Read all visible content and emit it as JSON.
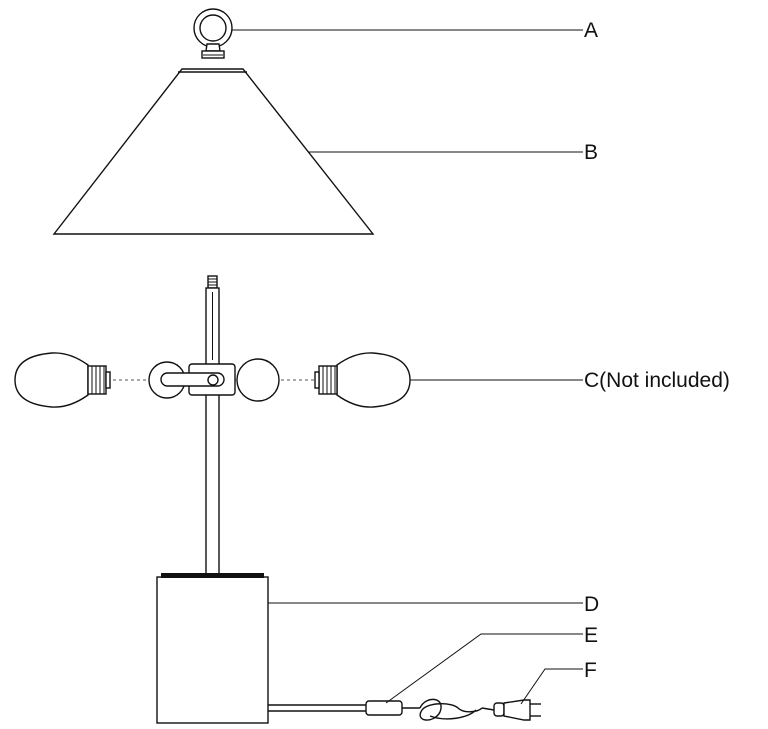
{
  "labels": {
    "a": "A",
    "b": "B",
    "c": "C(Not included)",
    "d": "D",
    "e": "E",
    "f": "F"
  },
  "parts": [
    "finial-ring",
    "lamp-shade",
    "light-bulbs",
    "lamp-base",
    "cord-switch",
    "power-plug"
  ]
}
